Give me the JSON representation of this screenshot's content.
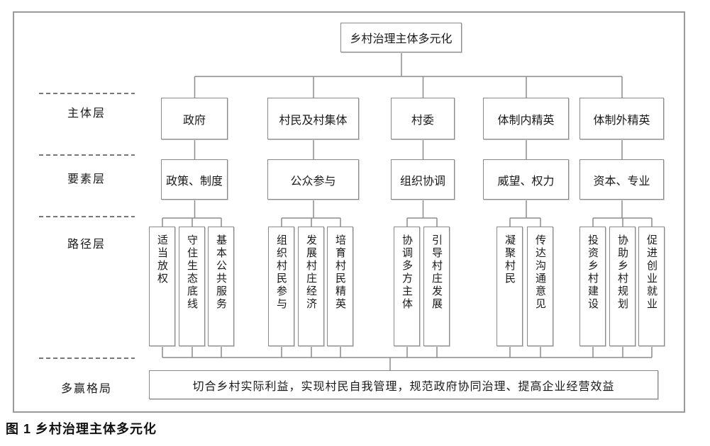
{
  "figure": {
    "root": "乡村治理主体多元化",
    "caption": "图 1 乡村治理主体多元化",
    "layer_labels": [
      "主体层",
      "要素层",
      "路径层",
      "多赢格局"
    ],
    "columns": [
      {
        "subject": "政府",
        "element": "政策、制度",
        "paths": [
          "适当放权",
          "守住生态底线",
          "基本公共服务"
        ]
      },
      {
        "subject": "村民及村集体",
        "element": "公众参与",
        "paths": [
          "组织村民参与",
          "发展村庄经济",
          "培育村民精英"
        ]
      },
      {
        "subject": "村委",
        "element": "组织协调",
        "paths": [
          "协调多方主体",
          "引导村庄发展"
        ]
      },
      {
        "subject": "体制内精英",
        "element": "威望、权力",
        "paths": [
          "凝聚村民",
          "传达沟通意见"
        ]
      },
      {
        "subject": "体制外精英",
        "element": "资本、专业",
        "paths": [
          "投资乡村建设",
          "协助乡村规划",
          "促进创业就业"
        ]
      }
    ],
    "outcome": "切合乡村实际利益，实现村民自我管理，规范政府协同治理、提高企业经营效益",
    "colors": {
      "line": "#8c8c8c",
      "border": "#8a8a8a",
      "text": "#1a1a1a",
      "background": "#ffffff"
    }
  }
}
